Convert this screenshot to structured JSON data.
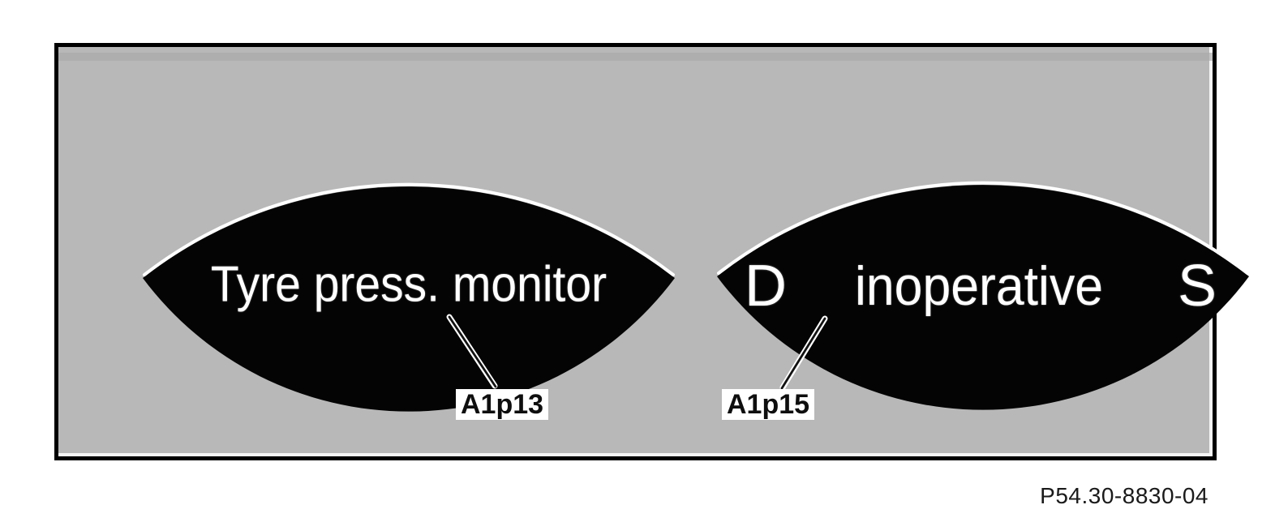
{
  "figure_code": "P54.30-8830-04",
  "displays": {
    "left": {
      "text": "Tyre press. monitor",
      "label": "A1p13"
    },
    "right": {
      "left_char": "D",
      "text": "inoperative",
      "right_char": "S",
      "label": "A1p15"
    }
  },
  "colors": {
    "panel_background": "#b8b8b8",
    "display_background": "#040404",
    "display_text": "#ffffff",
    "panel_border": "#000000",
    "label_background": "#ffffff",
    "label_text": "#0e0e0e",
    "figure_code_text": "#1a1a1a"
  }
}
